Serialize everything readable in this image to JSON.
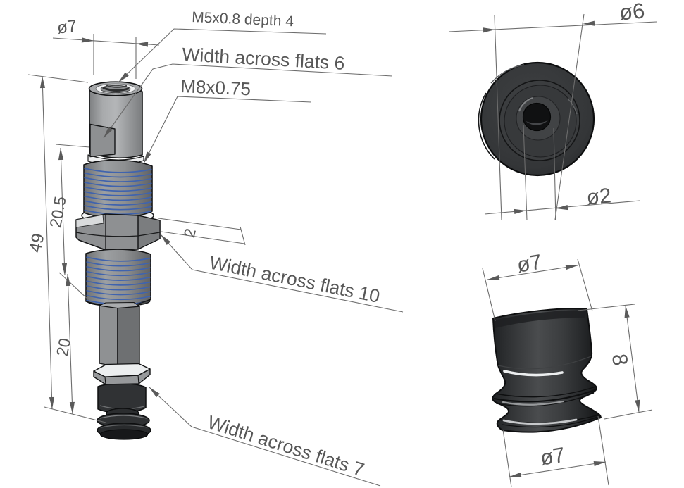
{
  "drawing": {
    "iso_view": {
      "dims": {
        "dia_top": "ø7",
        "thread_top": "M5x0.8 depth 4",
        "flats_top": "Width across flats 6",
        "thread_body": "M8x0.75",
        "length_total": "49",
        "length_upper": "20.5",
        "length_lower": "20",
        "nut_thickness": "2",
        "flats_nut": "Width across flats 10",
        "flats_lower": "Width across flats 7"
      }
    },
    "top_view": {
      "dims": {
        "dia_outer": "ø6",
        "dia_hole": "ø2"
      }
    },
    "side_view": {
      "dims": {
        "dia_top": "ø7",
        "height": "8",
        "dia_bottom": "ø7"
      }
    },
    "colors": {
      "annotation": "#5f5f5f",
      "thread_highlight": "#3f63ae",
      "metal_gray": "#9a9c9e",
      "rubber_black": "#2d2f31",
      "outline": "#111213",
      "background": "#ffffff"
    }
  }
}
